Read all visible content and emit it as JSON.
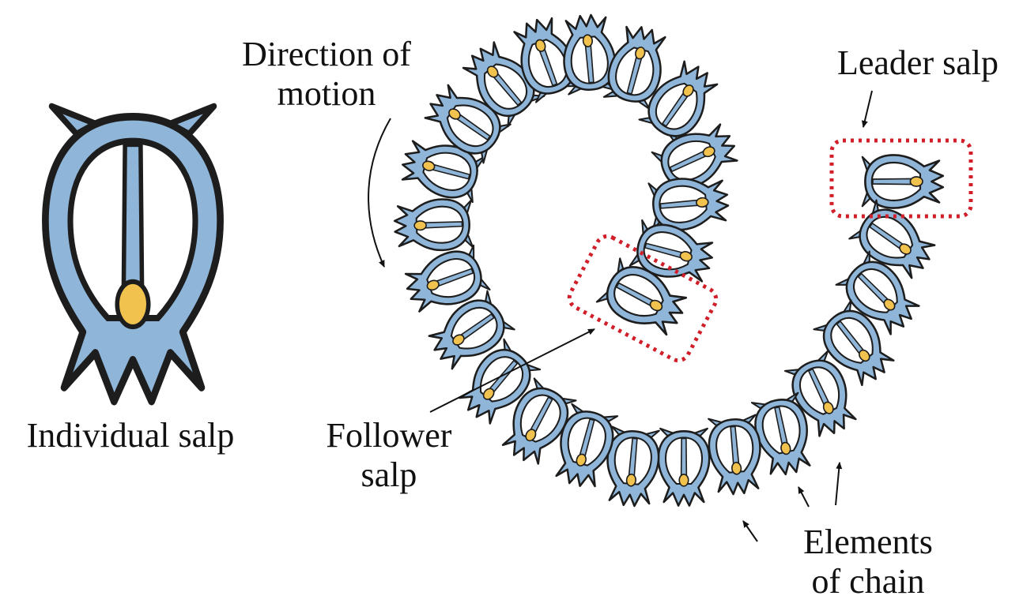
{
  "labels": {
    "individual_salp": "Individual salp",
    "direction_of_motion": [
      "Direction of",
      "motion"
    ],
    "leader_salp": "Leader salp",
    "follower_salp": [
      "Follower",
      "salp"
    ],
    "elements_of_chain": [
      "Elements",
      "of chain"
    ]
  },
  "colors": {
    "salp_body": "#8fb6d9",
    "salp_gut": "#f2c24f",
    "outline": "#1d1d1d",
    "highlight_box": "#d11f2a"
  },
  "icons": [
    "salp-icon"
  ]
}
